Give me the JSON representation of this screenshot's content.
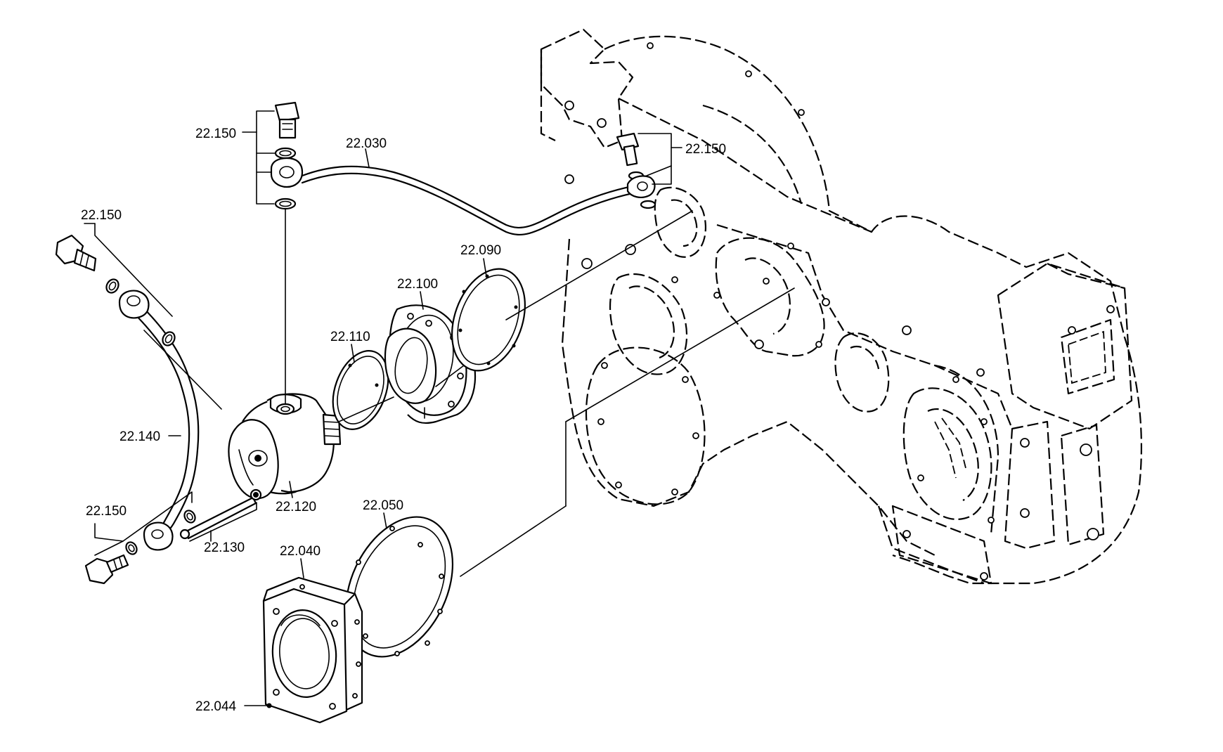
{
  "labels": {
    "l_22150_top": "22.150",
    "l_22030": "22.030",
    "l_22150_right": "22.150",
    "l_22150_left": "22.150",
    "l_22090": "22.090",
    "l_22100": "22.100",
    "l_22110": "22.110",
    "l_22140": "22.140",
    "l_22120": "22.120",
    "l_22150_bottom": "22.150",
    "l_22130": "22.130",
    "l_22050": "22.050",
    "l_22040": "22.040",
    "l_22044": "22.044"
  }
}
